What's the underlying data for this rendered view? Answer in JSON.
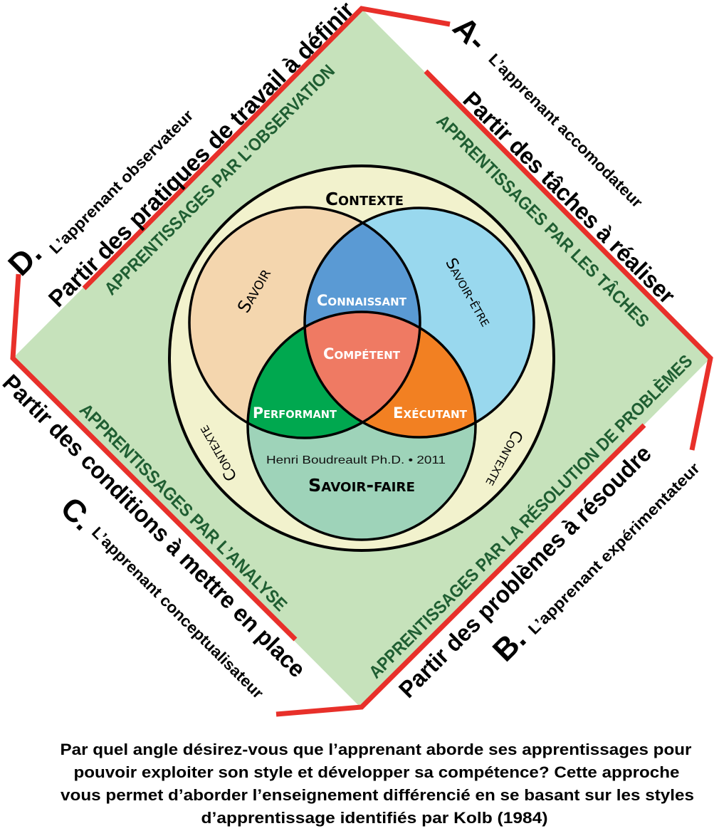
{
  "colors": {
    "diamond": "#c6e2bb",
    "ring": "#f2f2cd",
    "savoir": "#f4d6ae",
    "savoir_etre": "#99d8ee",
    "savoir_faire": "#9ed3b9",
    "connaissant": "#5a9ad4",
    "competent": "#ef7a63",
    "performant": "#00a84f",
    "executant": "#f28022",
    "accent_red": "#e8302a",
    "green_text": "#1f5e32"
  },
  "sides": {
    "A": {
      "letter": "A-",
      "learner": "L’apprenant accomodateur",
      "start": "Partir des tâches à réaliser",
      "approach": "APPRENTISSAGES PAR LES TÂCHES"
    },
    "B": {
      "letter": "B.",
      "learner": "L’apprenant expérimentateur",
      "start": "Partir des problèmes à résoudre",
      "approach": "APPRENTISSAGES PAR LA RÉSOLUTION DE PROBLÈMES"
    },
    "C": {
      "letter": "C.",
      "learner": "L’apprenant conceptualisateur",
      "start": "Partir des conditions à mettre en place",
      "approach": "APPRENTISSAGES PAR L’ANALYSE"
    },
    "D": {
      "letter": "D.",
      "learner": "L’apprenant observateur",
      "start": "Partir des pratiques de travail à définir",
      "approach": "APPRENTISSAGES PAR L’OBSERVATION"
    }
  },
  "venn": {
    "context": "Contexte",
    "savoir": "Savoir",
    "savoir_etre": "Savoir-être",
    "savoir_faire": "Savoir-faire",
    "connaissant": "Connaissant",
    "competent": "Compétent",
    "performant": "Performant",
    "executant": "Exécutant",
    "credit": "Henri Boudreault Ph.D. • 2011"
  },
  "caption": [
    "Par quel angle désirez-vous que l’apprenant aborde ses apprentissages pour",
    "pouvoir exploiter son style et développer sa compétence? Cette approche",
    "vous permet d’aborder l’enseignement différencié en se basant sur les styles",
    "d’apprentissage identifiés par Kolb (1984)"
  ]
}
